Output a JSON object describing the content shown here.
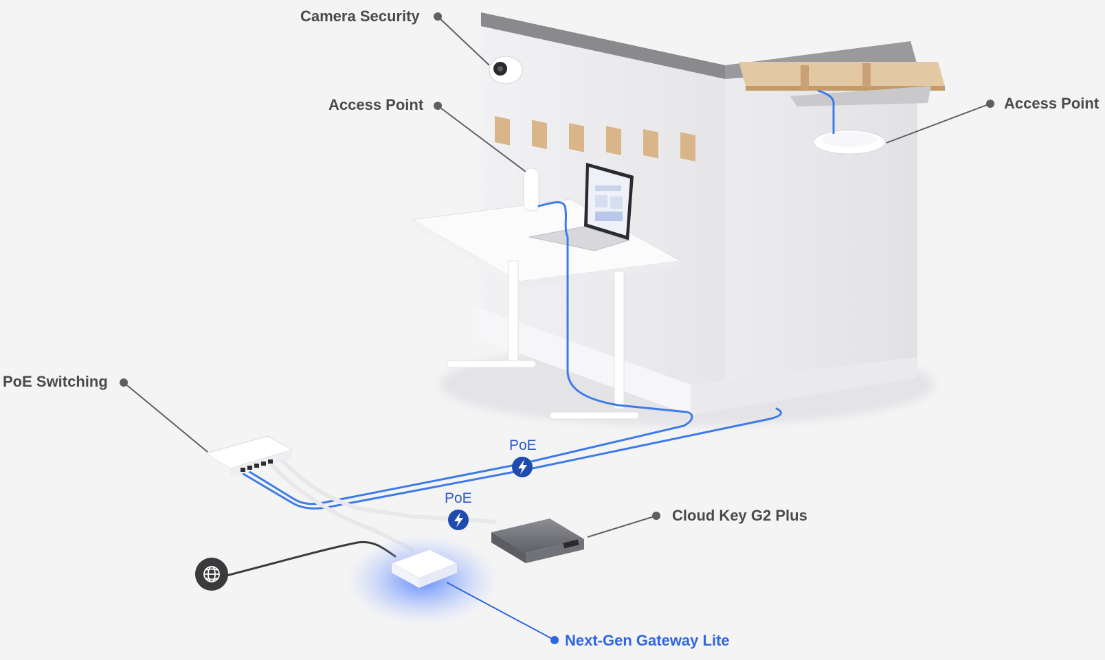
{
  "labels": {
    "camera_security": "Camera Security",
    "access_point_left": "Access Point",
    "access_point_right": "Access Point",
    "poe_switching": "PoE Switching",
    "cloud_key": "Cloud Key G2 Plus",
    "gateway": "Next-Gen Gateway Lite"
  },
  "badges": {
    "poe_upper": "PoE",
    "poe_lower": "PoE"
  },
  "icons": {
    "internet": "globe-icon",
    "power": "lightning-bolt-icon"
  },
  "colors": {
    "background": "#f4f4f5",
    "label_text": "#4a4a4d",
    "accent": "#2f66e0",
    "cable": "#3d7be8",
    "poe_badge": "#1f4bb0"
  }
}
